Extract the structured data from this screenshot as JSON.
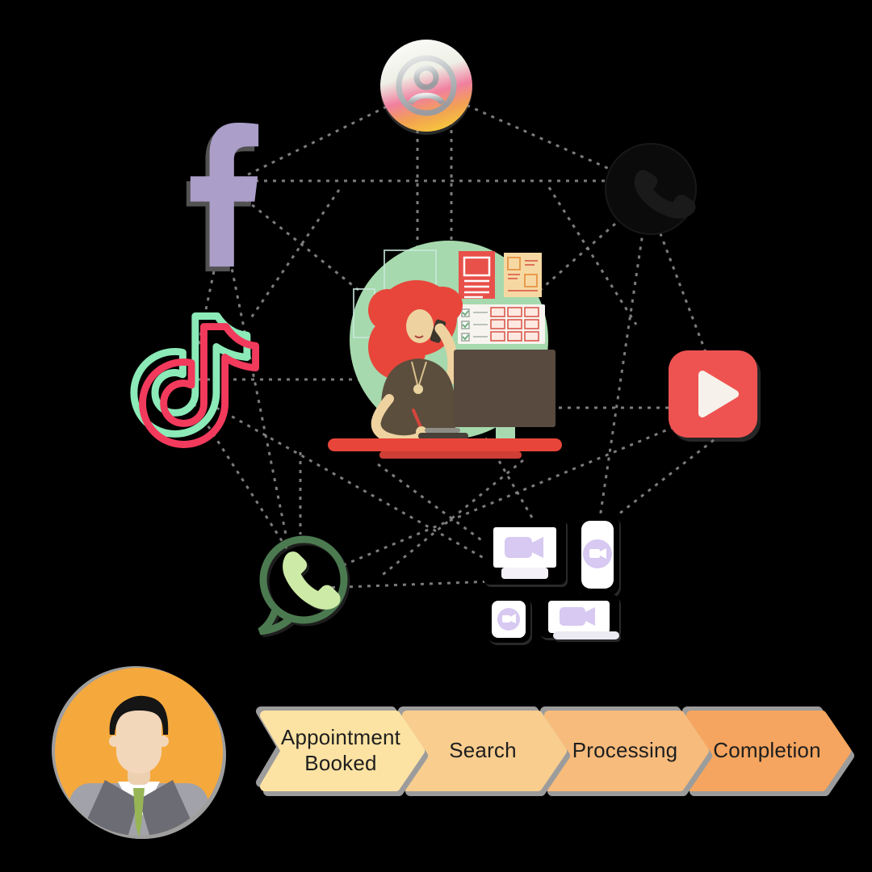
{
  "background": "#000000",
  "network": {
    "line_color": "#8a8a8a",
    "style": "dashed-web",
    "nodes": [
      "contact-profile",
      "facebook",
      "phone",
      "tiktok",
      "youtube",
      "whatsapp",
      "zoom-devices",
      "call-center-illustration"
    ]
  },
  "icons": {
    "contact": {
      "gradient_top": "#fbfbf9",
      "gradient_mid": "#f0809f",
      "gradient_bottom": "#f6c33e",
      "glyph": "#b9bec0"
    },
    "facebook": {
      "fill": "#ab9ec9"
    },
    "phone": {
      "fill": "#0b0b0b"
    },
    "tiktok": {
      "green": "#8beab8",
      "red": "#f23a5c"
    },
    "youtube": {
      "bg": "#ee5351",
      "play": "#f6f1ea"
    },
    "whatsapp": {
      "ring": "#4c7a50",
      "handset": "#cdeba6"
    },
    "zoom": {
      "device": "#000000",
      "screen": "#ffffff",
      "glyph": "#d7c9f1"
    }
  },
  "illustration": {
    "scene": "woman-answering-phone-at-desk",
    "circle": "#a6d9ad",
    "hair": "#e8463b",
    "skin": "#eed2a0",
    "top": "#5b4e3d",
    "monitor": "#584a3f",
    "stand": "#a8d8b0",
    "desk": "#e8453a",
    "poster": "#e8504a",
    "notes": "#f6d9a2",
    "board": "#f7f4ef"
  },
  "avatar": {
    "name": "businessman-avatar",
    "circle": "#f5a93c",
    "suit": "#a2a2aa",
    "lapel": "#6c6c74",
    "shirt": "#ffffff",
    "tie": "#97b556",
    "hair": "#151515",
    "skin": "#f3d7bb"
  },
  "process": {
    "text_color": "#1e1e1e",
    "shadow_color": "#9c9c9c",
    "steps": [
      {
        "label": "Appointment Booked",
        "color": "#fde3a3"
      },
      {
        "label": "Search",
        "color": "#f8cd8e"
      },
      {
        "label": "Processing",
        "color": "#f7bb7c"
      },
      {
        "label": "Completion",
        "color": "#f5a55f"
      }
    ]
  }
}
